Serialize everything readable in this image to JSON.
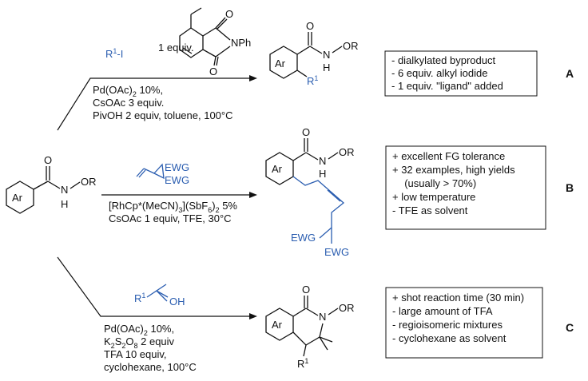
{
  "start": {
    "ring": "Ar",
    "o": "O",
    "n": "N",
    "h": "H",
    "or": "OR"
  },
  "routeA": {
    "norbornene_equiv": "1 equiv.",
    "nph": "NPh",
    "o1": "O",
    "o2": "O",
    "reagent": "R",
    "reagent_sup": "1",
    "reagent_tail": "-I",
    "cond": [
      "Pd(OAc)",
      "2",
      " 10%,",
      "CsOAc 3 equiv.",
      "PivOH 2 equiv, toluene, 100°C"
    ],
    "product": {
      "ring": "Ar",
      "o": "O",
      "n": "N",
      "h": "H",
      "or": "OR",
      "r": "R",
      "r_sup": "1"
    },
    "notes": [
      "- dialkylated byproduct",
      "- 6 equiv. alkyl iodide",
      "- 1 equiv. \"ligand\" added"
    ],
    "label": "A"
  },
  "routeB": {
    "ewg1": "EWG",
    "ewg2": "EWG",
    "cond1_parts": [
      "[RhCp*(MeCN)",
      "3",
      "](SbF",
      "6",
      ")",
      "2",
      " 5%"
    ],
    "cond2": "CsOAc 1 equiv, TFE, 30°C",
    "product": {
      "ring": "Ar",
      "o": "O",
      "n": "N",
      "h": "H",
      "or": "OR",
      "ewg1": "EWG",
      "ewg2": "EWG"
    },
    "notes": [
      "+ excellent FG tolerance",
      "+ 32 examples, high yields",
      "  (usually > 70%)",
      "+ low temperature",
      "- TFE as solvent"
    ],
    "label": "B"
  },
  "routeC": {
    "r": "R",
    "r_sup": "1",
    "oh": "OH",
    "cond": [
      "Pd(OAc)",
      "2",
      " 10%,",
      "K",
      "2",
      "S",
      "2",
      "O",
      "8",
      " 2 equiv",
      "TFA 10 equiv,",
      "cyclohexane, 100°C"
    ],
    "product": {
      "ring": "Ar",
      "o": "O",
      "n": "N",
      "or": "OR",
      "r": "R",
      "r_sup": "1"
    },
    "notes": [
      "+ shot reaction time (30 min)",
      "- large amount of TFA",
      "- regioisomeric mixtures",
      "- cyclohexane as solvent"
    ],
    "label": "C"
  }
}
